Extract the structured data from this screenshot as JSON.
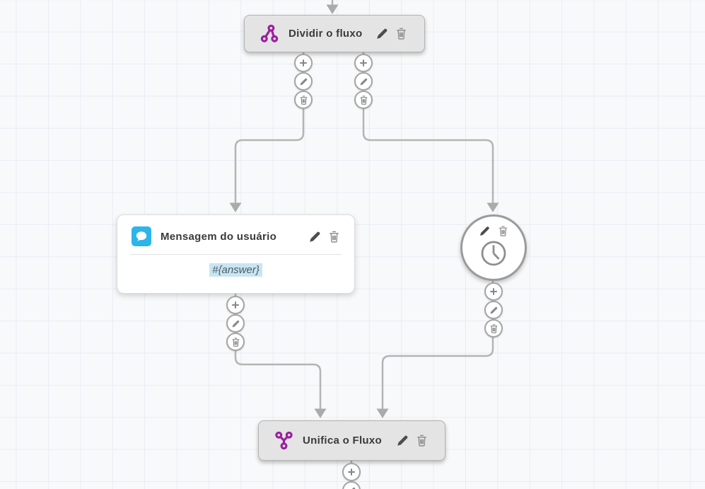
{
  "canvas": {
    "background": "#f8f9fa",
    "grid_color": "#e9ecf4",
    "connector_color": "#b4b4b4"
  },
  "palette": {
    "flow_purple": "#9b1f9e",
    "message_blue": "#2cb5e8",
    "variable_highlight": "#c7e6f2",
    "node_grey": "#e4e4e4"
  },
  "nodes": {
    "split": {
      "title": "Dividir o fluxo",
      "icon": "split-flow-icon",
      "actions": [
        "edit",
        "delete"
      ]
    },
    "user_message": {
      "title": "Mensagem do usuário",
      "icon": "chat-bubble-icon",
      "body_text": "#{answer}",
      "actions": [
        "edit",
        "delete"
      ]
    },
    "delay": {
      "icon": "clock-icon",
      "actions": [
        "edit",
        "delete"
      ]
    },
    "merge": {
      "title": "Unifica o Fluxo",
      "icon": "merge-flow-icon",
      "actions": [
        "edit",
        "delete"
      ]
    }
  },
  "port_buttons": [
    {
      "name": "add",
      "icon": "plus-icon"
    },
    {
      "name": "edit",
      "icon": "pencil-icon"
    },
    {
      "name": "delete",
      "icon": "trash-icon"
    }
  ],
  "edges": [
    {
      "from": "top",
      "to": "split"
    },
    {
      "from": "split",
      "to": "user_message"
    },
    {
      "from": "split",
      "to": "delay"
    },
    {
      "from": "user_message",
      "to": "merge"
    },
    {
      "from": "delay",
      "to": "merge"
    },
    {
      "from": "merge",
      "to": "bottom"
    }
  ]
}
